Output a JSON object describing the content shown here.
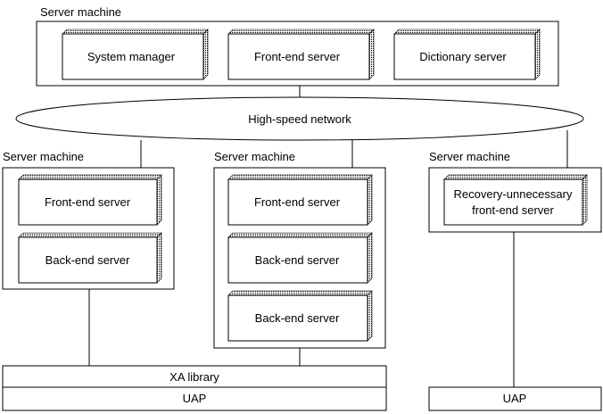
{
  "labels": {
    "server_machine": "Server machine"
  },
  "top_machine": {
    "components": [
      "System manager",
      "Front-end server",
      "Dictionary server"
    ]
  },
  "network": {
    "label": "High-speed network"
  },
  "left_machine": {
    "components": [
      "Front-end server",
      "Back-end server"
    ]
  },
  "middle_machine": {
    "components": [
      "Front-end server",
      "Back-end server",
      "Back-end server"
    ]
  },
  "right_machine": {
    "components": [
      "Recovery-unnecessary",
      "front-end server"
    ]
  },
  "bottom_left": {
    "library": "XA library",
    "uap": "UAP"
  },
  "bottom_right": {
    "uap": "UAP"
  },
  "colors": {
    "line": "#000000",
    "background": "#ffffff"
  }
}
